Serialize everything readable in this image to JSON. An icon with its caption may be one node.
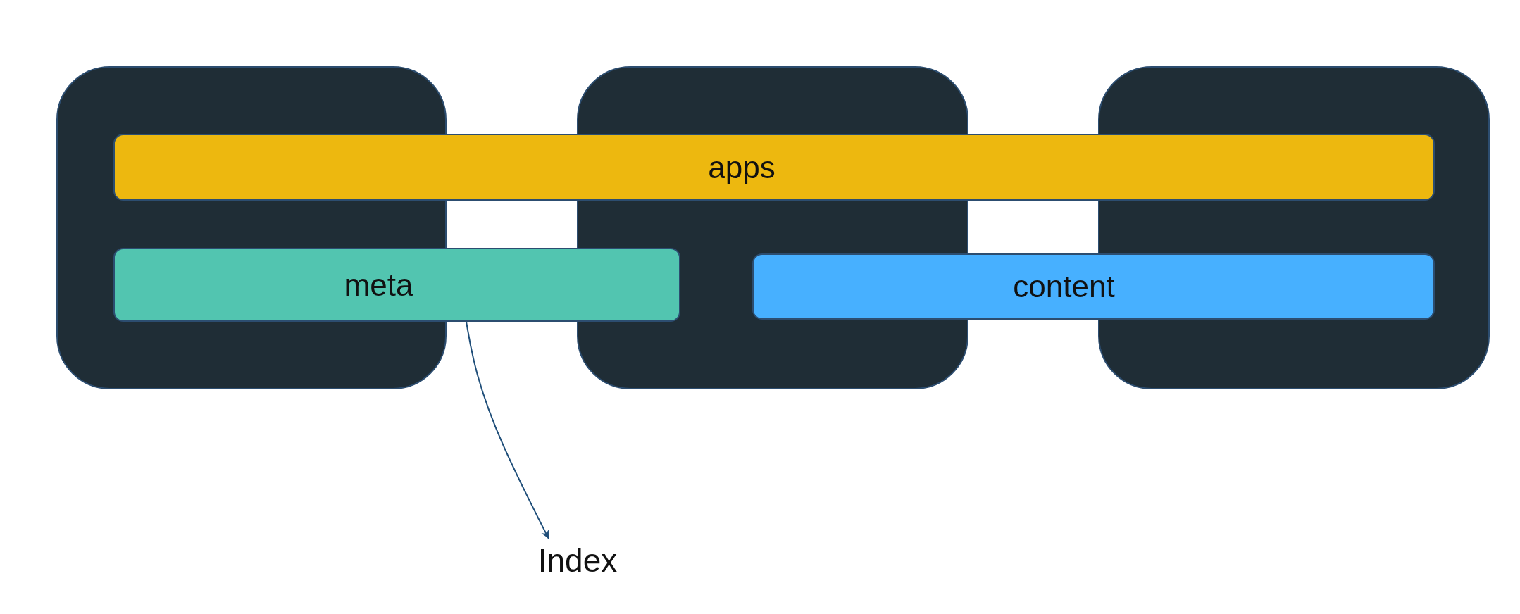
{
  "diagram": {
    "nodes": [
      {
        "text": [],
        "shape": "box"
      },
      {
        "text": [],
        "shape": "box"
      },
      {
        "text": [],
        "shape": "box"
      },
      {
        "text": [
          "apps"
        ]
      },
      {
        "text": [
          "meta"
        ]
      },
      {
        "text": [
          "content"
        ]
      },
      {
        "text": [
          "Index"
        ]
      }
    ],
    "edges": [
      {
        "from": 4,
        "to": 6,
        "arrow": "to"
      }
    ]
  }
}
